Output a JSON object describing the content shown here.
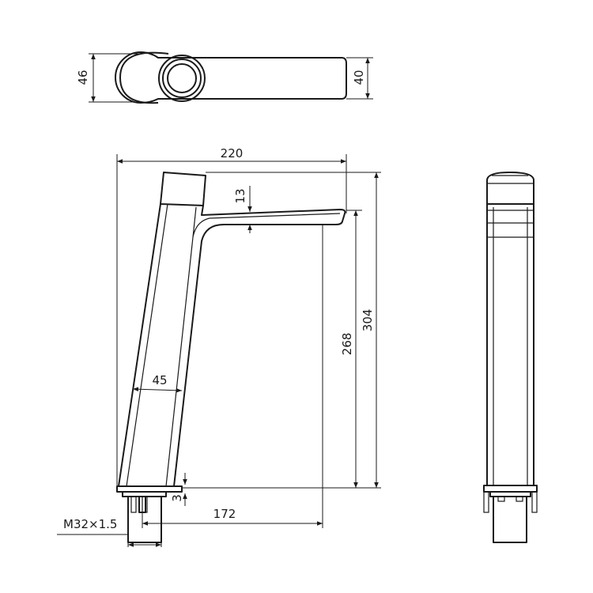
{
  "top_view": {
    "dim_height_left": "46",
    "dim_height_right": "40"
  },
  "front_view": {
    "dim_overall_width": "220",
    "dim_spout_thickness": "13",
    "dim_overall_height": "304",
    "dim_outlet_height": "268",
    "dim_body_width": "45",
    "dim_base_gap": "3",
    "dim_reach": "172",
    "thread_label": "M32×1.5"
  }
}
